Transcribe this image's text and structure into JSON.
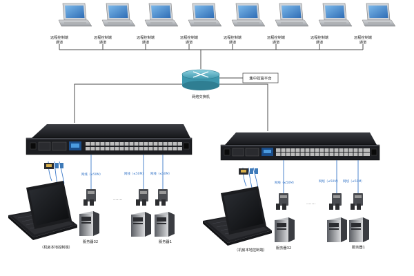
{
  "remote_clients": [
    {
      "line1": "远程控制端",
      "line2": "通道"
    },
    {
      "line1": "远程控制端",
      "line2": "通道"
    },
    {
      "line1": "远程控制端",
      "line2": "通道"
    },
    {
      "line1": "远程控制端",
      "line2": "通道"
    },
    {
      "line1": "远程控制端",
      "line2": "通道"
    },
    {
      "line1": "远程控制端",
      "line2": "通道"
    },
    {
      "line1": "远程控制端",
      "line2": "通道"
    },
    {
      "line1": "远程控制端",
      "line2": "通道"
    }
  ],
  "switch": {
    "label": "网络交换机"
  },
  "platform": {
    "label": "集中控管平台"
  },
  "left_group": {
    "console_label": "（机房本地控制端）",
    "cable_labels": [
      "网线（≤50M）",
      "网线（≤50M）",
      "网线（≤50M）"
    ],
    "server_a_label": "服务器32",
    "server_b_label": "服务器1"
  },
  "right_group": {
    "console_label": "（机房本地控制端）",
    "cable_labels": [
      "网线（≤50M）",
      "网线（≤50M）",
      "网线（≤50M）"
    ],
    "server_a_label": "服务器32",
    "server_b_label": "服务器1"
  },
  "colors": {
    "connector_line": "#3a78c8",
    "network_line": "#4b4b4b",
    "device_body": "#1c1d21",
    "router": "#5bb3c7"
  }
}
